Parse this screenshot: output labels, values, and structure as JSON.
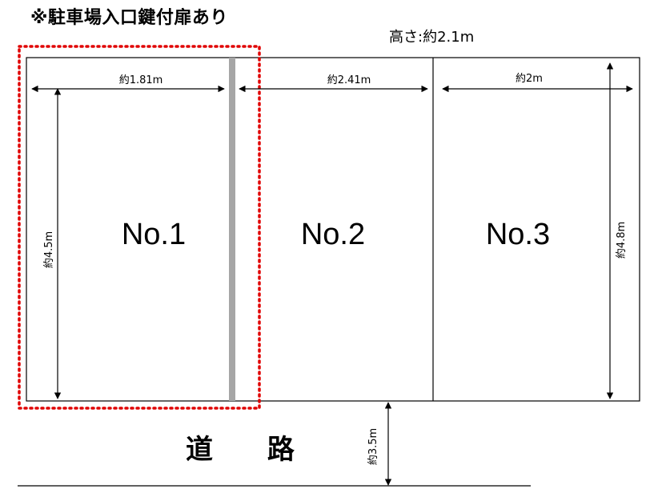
{
  "notes": {
    "entrance_note": "※駐車場入口鍵付扉あり",
    "height_note": "高さ:約2.1m",
    "road_label": "道 路"
  },
  "spots": [
    {
      "label": "No.1",
      "width_label": "約1.81m",
      "depth_label": "約4.5m"
    },
    {
      "label": "No.2",
      "width_label": "約2.41m"
    },
    {
      "label": "No.3",
      "width_label": "約2m"
    }
  ],
  "overall_depth_label": "約4.8m",
  "road_distance_label": "約3.5m",
  "colors": {
    "dotted_outline": "#e00000",
    "divider_bar": "#a6a6a6",
    "lines": "#000000"
  }
}
